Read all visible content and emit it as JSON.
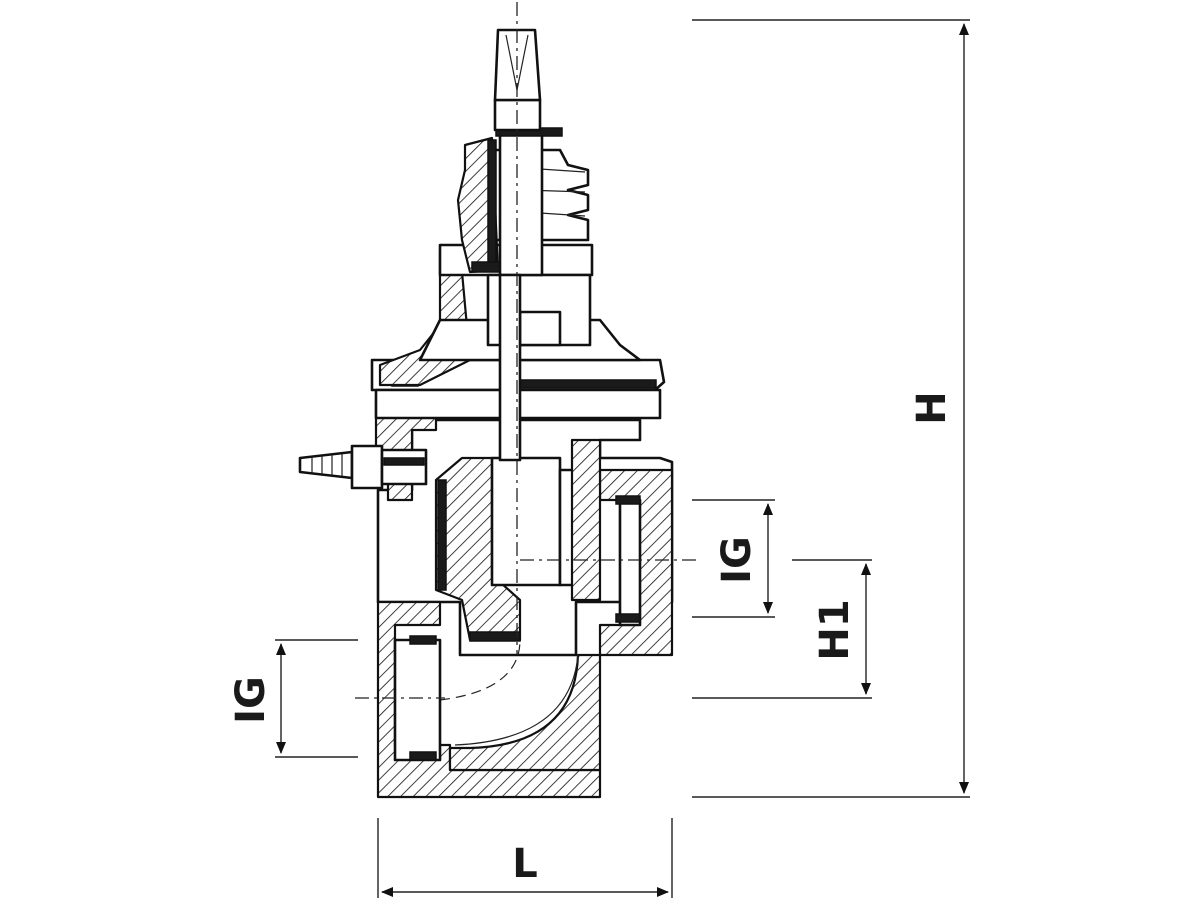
{
  "dimensions": {
    "H": "H",
    "H1": "H1",
    "IG_outlet": "IG",
    "IG_inlet": "IG",
    "L": "L"
  }
}
